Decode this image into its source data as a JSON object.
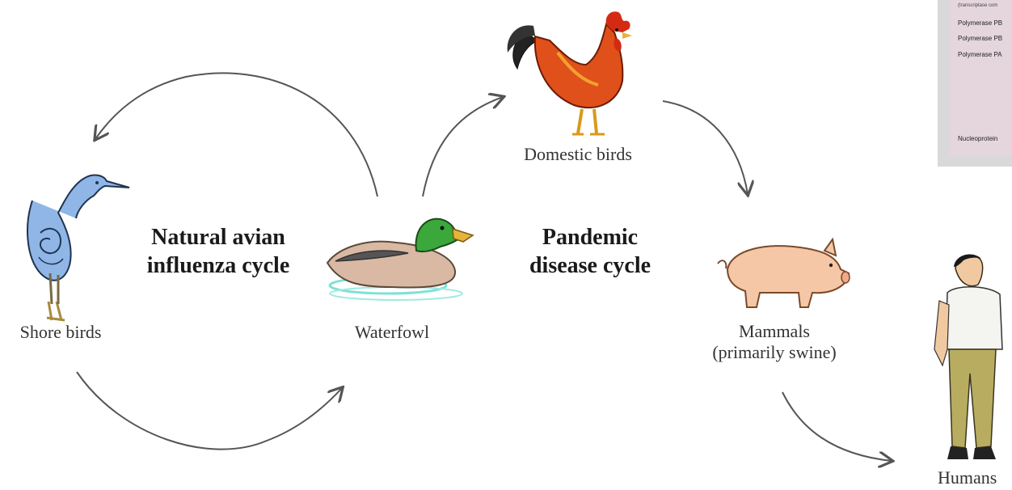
{
  "labels": {
    "shore_birds": "Shore birds",
    "waterfowl": "Waterfowl",
    "domestic_birds": "Domestic birds",
    "mammals_line1": "Mammals",
    "mammals_line2": "(primarily swine)",
    "humans": "Humans"
  },
  "cycles": {
    "avian_line1": "Natural avian",
    "avian_line2": "influenza cycle",
    "pandemic_line1": "Pandemic",
    "pandemic_line2": "disease cycle"
  },
  "side_panel": {
    "rows": [
      "(transcriptase com",
      "Polymerase PB",
      "Polymerase PB",
      "Polymerase PA",
      "Nucleoprotein"
    ]
  },
  "colors": {
    "arrow": "#555555",
    "rooster_body": "#e0501a",
    "pig_body": "#f6c7a6",
    "heron_body": "#8fb6e6",
    "duck_head": "#3aa83a"
  }
}
